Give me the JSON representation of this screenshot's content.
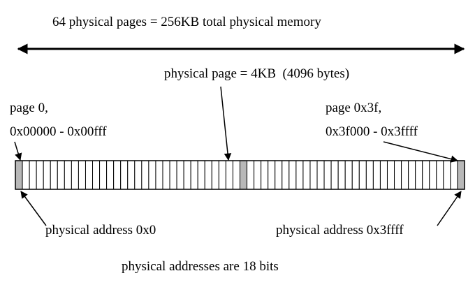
{
  "diagram": {
    "title": "64 physical pages = 256KB total physical memory",
    "page_size_label": "physical page = 4KB  (4096 bytes)",
    "first_page": {
      "line1": "page 0,",
      "line2": "0x00000 - 0x00fff"
    },
    "last_page": {
      "line1": "page 0x3f,",
      "line2": "0x3f000 - 0x3ffff"
    },
    "address_start_label": "physical address 0x0",
    "address_end_label": "physical address 0x3ffff",
    "footer": "physical addresses are 18 bits",
    "page_count": 64,
    "highlighted_pages": [
      0,
      32,
      63
    ],
    "colors": {
      "line": "#000000",
      "highlight": "#b8b8b8",
      "background": "#ffffff"
    }
  }
}
